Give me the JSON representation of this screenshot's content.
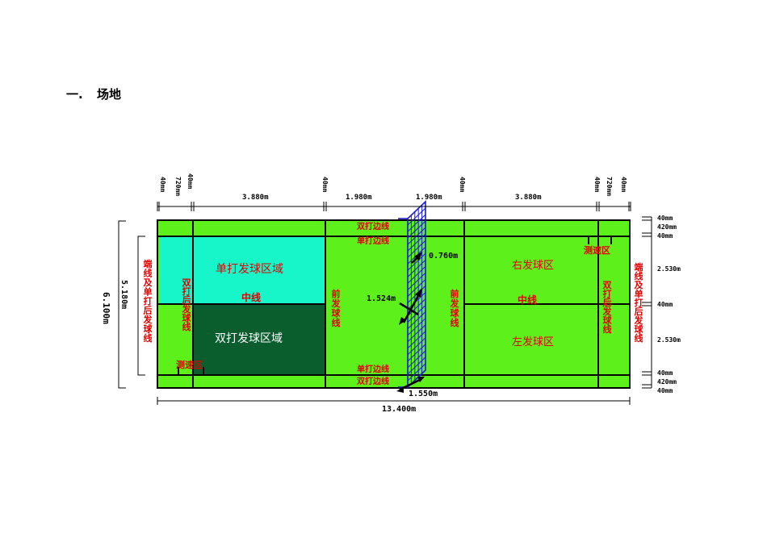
{
  "heading": {
    "number": "一.",
    "title": "场地"
  },
  "colors": {
    "court": "#5ef01a",
    "single_service": "#17f6c9",
    "double_service": "#0a5e2e",
    "lines": "#000000",
    "labels": "#e00000",
    "net": "#1a1ad8"
  },
  "court_labels": {
    "doubles_sideline_top": "双打边线",
    "singles_sideline_top": "单打边线",
    "singles_sideline_bottom": "单打边线",
    "doubles_sideline_bottom": "双打边线",
    "singles_service_area": "单打发球区域",
    "doubles_service_area": "双打发球区域",
    "center_line_left": "中线",
    "center_line_right": "中线",
    "right_service_court": "右发球区",
    "left_service_court": "左发球区",
    "speed_zone_left": "测速区",
    "speed_zone_right": "测速区",
    "front_service_line_left": "前发球线",
    "front_service_line_right": "前发球线",
    "doubles_back_service_left": "双打后发球线",
    "doubles_back_service_right": "双打后发球线",
    "end_line_left": "端线及单打后发球线",
    "end_line_right": "端线及单打后发球线"
  },
  "dimensions": {
    "top": {
      "d1": "40mm",
      "d2": "720mm",
      "d3": "40mm",
      "d4": "3.880m",
      "d5": "40mm",
      "d6": "1.980m",
      "d7": "1.980m",
      "d8": "40mm",
      "d9": "3.880m",
      "d10": "40mm",
      "d11": "720mm",
      "d12": "40mm"
    },
    "right": {
      "r1": "40mm",
      "r2": "420mm",
      "r3": "40mm",
      "r4": "2.530m",
      "r5": "40mm",
      "r6": "2.530m",
      "r7": "40mm",
      "r8": "420mm",
      "r9": "40mm"
    },
    "total_width": "6.100m",
    "singles_width": "5.180m",
    "total_length": "13.400m",
    "net_post_height": "0.760m",
    "net_height": "1.524m",
    "net_bottom": "1.550m"
  }
}
